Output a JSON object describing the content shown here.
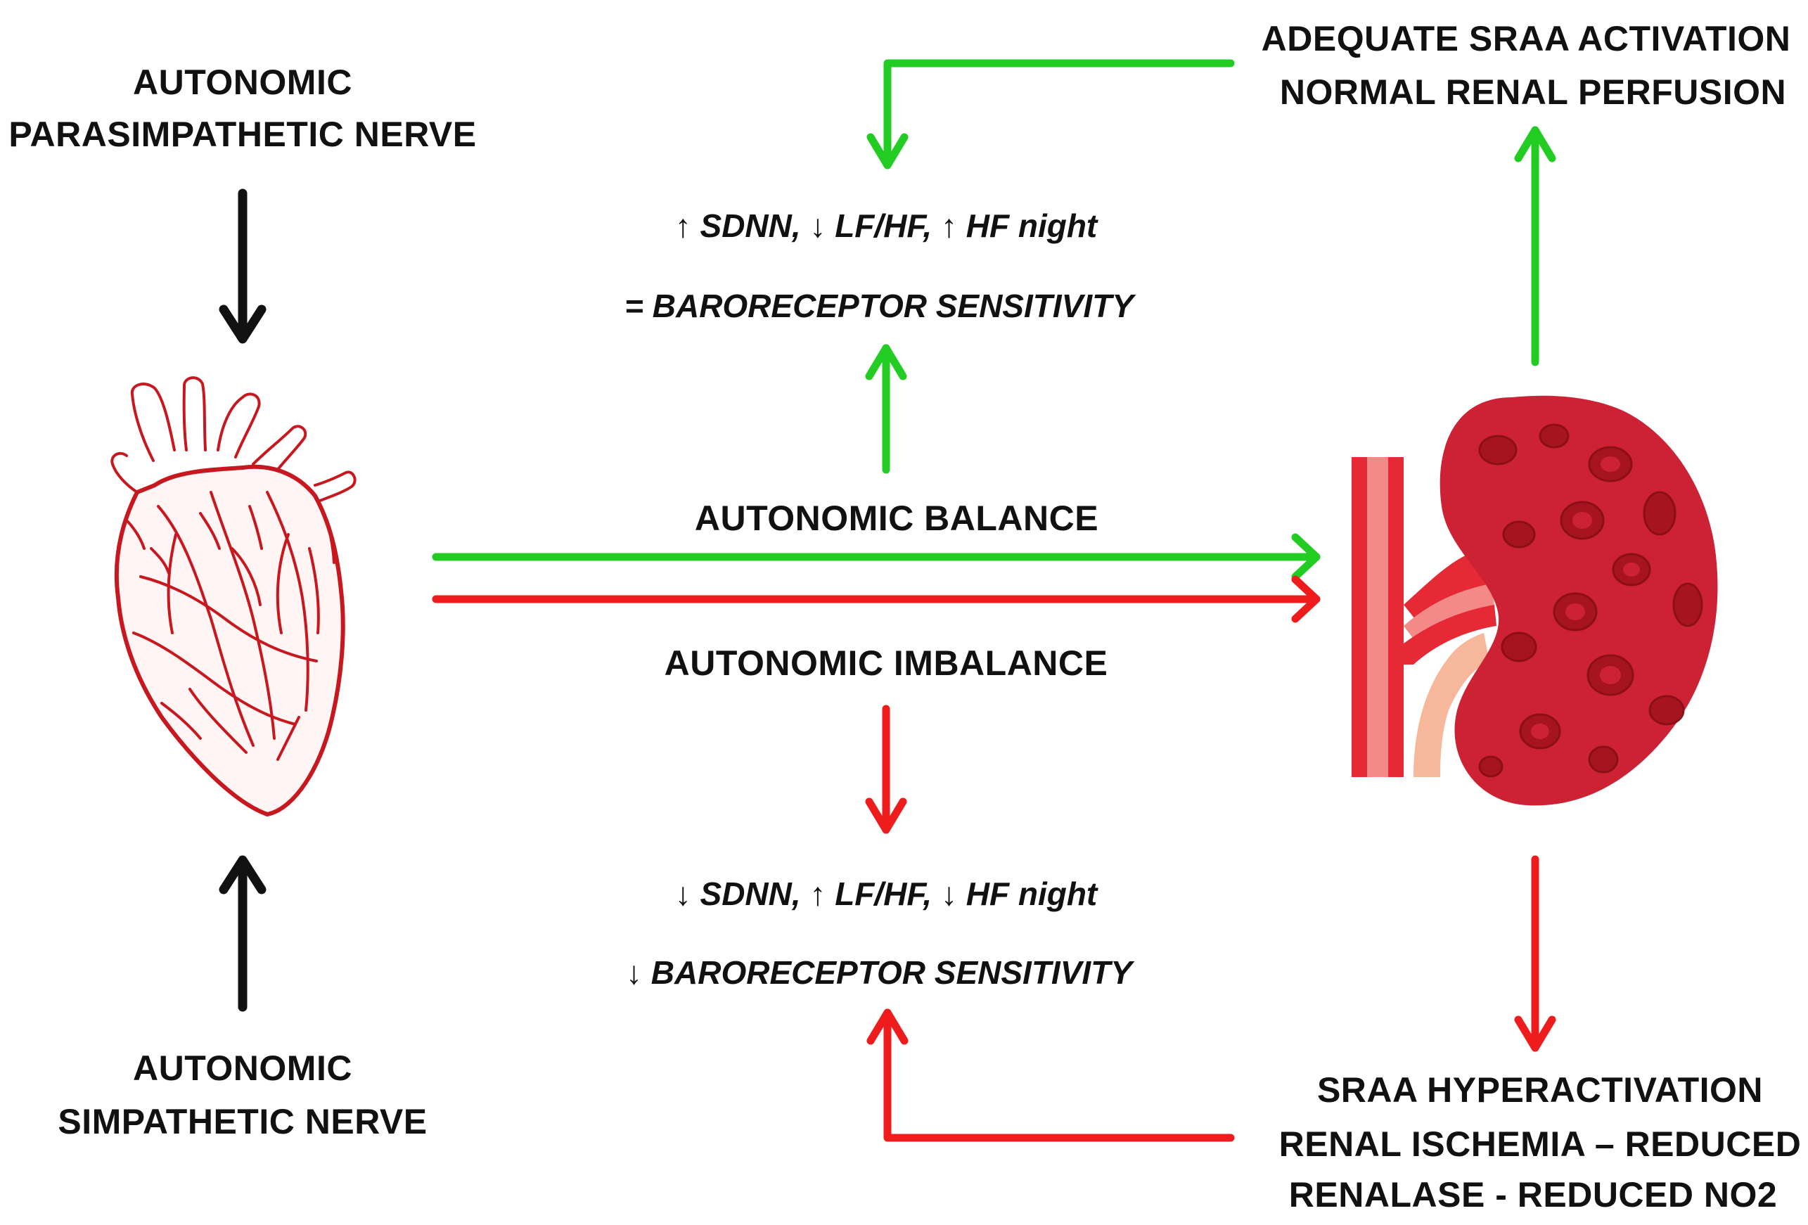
{
  "colors": {
    "green": "#22cc22",
    "red": "#ee1c1c",
    "black": "#111111",
    "heart": "#c8181f",
    "kidney_dark": "#a5141f",
    "kidney_mid": "#cc2233",
    "vessel_red": "#e52a35",
    "vessel_pink": "#f48a88",
    "vessel_peach": "#f7b79a"
  },
  "labels": {
    "parasympathetic": [
      "AUTONOMIC",
      "PARASIMPATHETIC NERVE"
    ],
    "sympathetic": [
      "AUTONOMIC",
      "SIMPATHETIC NERVE"
    ],
    "balance": "AUTONOMIC BALANCE",
    "imbalance": "AUTONOMIC  IMBALANCE",
    "balance_metrics": "↑ SDNN, ↓ LF/HF, ↑ HF night",
    "balance_baro": "= BARORECEPTOR SENSITIVITY",
    "imbalance_metrics": "↓ SDNN, ↑ LF/HF, ↓ HF night",
    "imbalance_baro": "↓ BARORECEPTOR SENSITIVITY",
    "renal_good": [
      "ADEQUATE  SRAA ACTIVATION",
      "NORMAL RENAL PERFUSION"
    ],
    "renal_bad": [
      "SRAA HYPERACTIVATION",
      "RENAL ISCHEMIA – REDUCED",
      "RENALASE - REDUCED NO2"
    ]
  },
  "icons": {
    "heart": "anatomical-heart-icon",
    "kidney": "kidney-icon"
  }
}
